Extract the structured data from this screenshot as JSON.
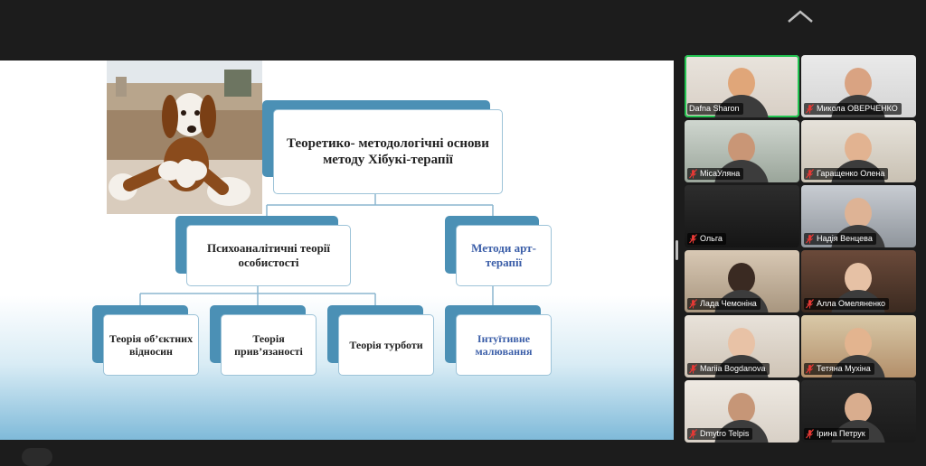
{
  "slide": {
    "root": "Теоретико- методологічні основи методу Хібукі-терапії",
    "left_branch": "Психоаналітичні теорії особистості",
    "right_branch": "Методи арт-терапії",
    "leaves": [
      "Теорія об’єктних відносин",
      "Теорія прив’язаності",
      "Теорія турботи",
      "Інтуїтивне малювання"
    ]
  },
  "participants": [
    {
      "name": "Dafna Sharon",
      "muted": false,
      "active": true
    },
    {
      "name": "Микола ОВЕРЧЕНКО",
      "muted": true,
      "active": false
    },
    {
      "name": "МісаУляна",
      "muted": true,
      "active": false
    },
    {
      "name": "Гаращенко Олена",
      "muted": true,
      "active": false
    },
    {
      "name": "Ольга",
      "muted": true,
      "active": false
    },
    {
      "name": "Надія Венцева",
      "muted": true,
      "active": false
    },
    {
      "name": "Лада Чемоніна",
      "muted": true,
      "active": false
    },
    {
      "name": "Алла Омеляненко",
      "muted": true,
      "active": false
    },
    {
      "name": "Mariia Bogdanova",
      "muted": true,
      "active": false
    },
    {
      "name": "Тетяна Мухіна",
      "muted": true,
      "active": false
    },
    {
      "name": "Dmytro Telpis",
      "muted": true,
      "active": false
    },
    {
      "name": "Ірина Петрук",
      "muted": true,
      "active": false
    }
  ],
  "colors": {
    "accent_border": "#23c552",
    "muted_icon": "#e53935",
    "diagram_blue": "#4b90b5"
  }
}
